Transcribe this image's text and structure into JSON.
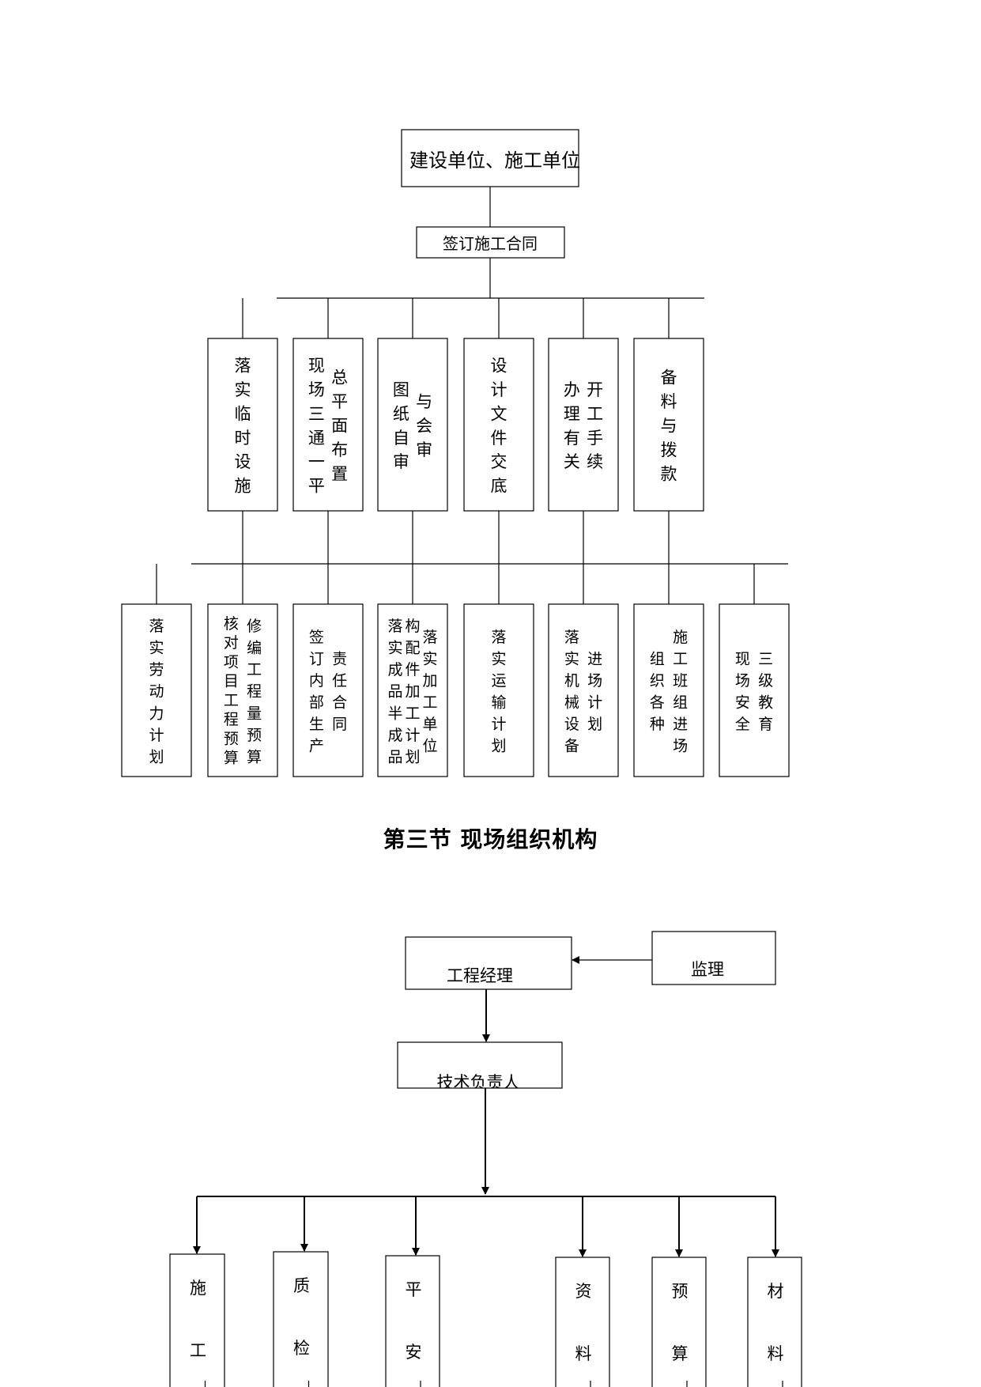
{
  "flow_top": {
    "root": "建设单位、施工单位",
    "contract": "签订施工合同",
    "level2": [
      {
        "cols": [
          "落实临时设施"
        ]
      },
      {
        "cols": [
          "现场三通一平",
          "总平面布置"
        ]
      },
      {
        "cols": [
          "图纸自审",
          "与会审"
        ]
      },
      {
        "cols": [
          "设计文件交底"
        ]
      },
      {
        "cols": [
          "办理有关",
          "开工手续"
        ]
      },
      {
        "cols": [
          "备料与拨款"
        ]
      }
    ],
    "level3": [
      {
        "cols": [
          "落实劳动力计划"
        ]
      },
      {
        "cols": [
          "核对项目工程预算",
          "修编工程量预算"
        ]
      },
      {
        "cols": [
          "签订内部生产",
          "责任合同"
        ]
      },
      {
        "cols": [
          "落实成品半成品",
          "构配件加工计划",
          "落实加工单位"
        ]
      },
      {
        "cols": [
          "落实运输计划"
        ]
      },
      {
        "cols": [
          "落实机械设备",
          "进场计划"
        ]
      },
      {
        "cols": [
          "组织各种",
          "施工班组进场"
        ]
      },
      {
        "cols": [
          "现场安全",
          "三级教育"
        ]
      }
    ]
  },
  "section_heading": "第三节  现场组织机构",
  "org_chart": {
    "manager": "工程经理",
    "supervisor": "监理",
    "tech_lead": "技术负责人",
    "departments": [
      {
        "chars": [
          "施",
          "工"
        ]
      },
      {
        "chars": [
          "质",
          "检"
        ]
      },
      {
        "chars": [
          "平",
          "安"
        ]
      },
      {
        "chars": [
          "资",
          "料"
        ]
      },
      {
        "chars": [
          "预",
          "算"
        ]
      },
      {
        "chars": [
          "材",
          "料"
        ]
      }
    ]
  }
}
